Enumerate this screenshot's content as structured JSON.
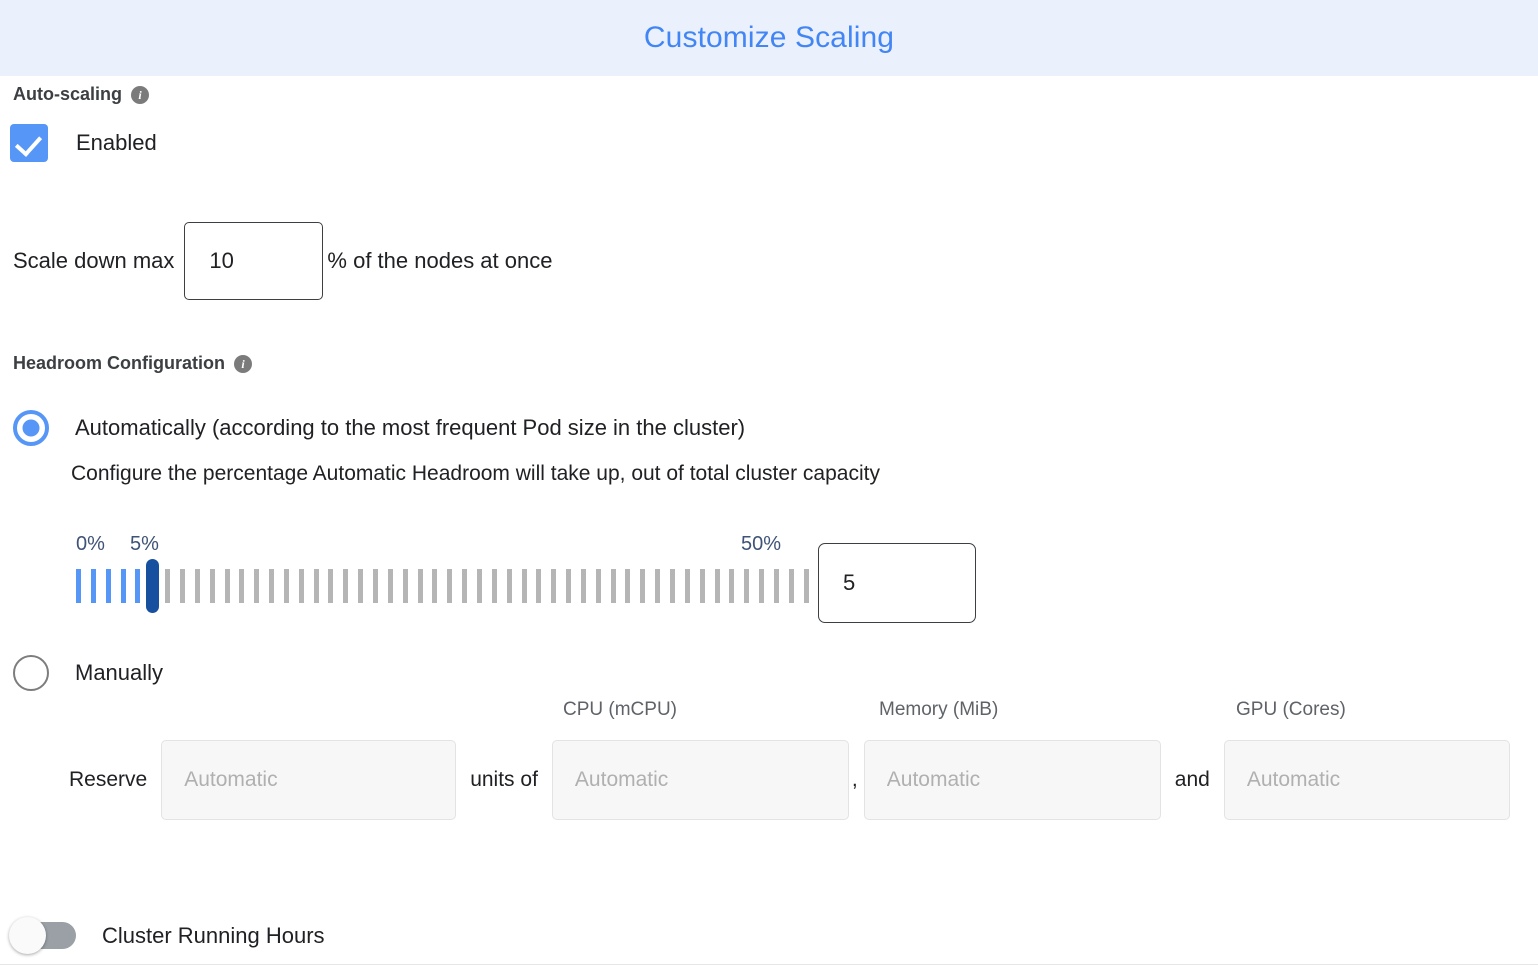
{
  "header": {
    "title": "Customize Scaling",
    "background_color": "#eaf1fd",
    "title_color": "#4285f4"
  },
  "autoscaling": {
    "heading": "Auto-scaling",
    "info_icon": "info-icon",
    "info_glyph": "i",
    "enabled_label": "Enabled",
    "enabled_checked": true,
    "checkbox_color": "#5596f6"
  },
  "scale_down": {
    "label": "Scale down max",
    "value": "10",
    "suffix": "% of the nodes at once"
  },
  "headroom": {
    "heading": "Headroom Configuration",
    "info_glyph": "i",
    "automatic": {
      "label": "Automatically (according to the most frequent Pod size in the cluster)",
      "selected": true,
      "description": "Configure the percentage Automatic Headroom will take up, out of total cluster capacity"
    },
    "manual": {
      "label": "Manually",
      "selected": false
    },
    "slider": {
      "min_label": "0%",
      "current_label": "5%",
      "max_label": "50%",
      "min": 0,
      "max": 50,
      "value": 5,
      "value_box": "5",
      "tick_count": 50,
      "filled_color": "#5596f6",
      "empty_color": "#b5b5b5",
      "handle_color": "#16509f"
    },
    "reserve": {
      "prefix": "Reserve",
      "units_label": "units of",
      "comma": ",",
      "and_label": "and",
      "units_placeholder": "Automatic",
      "fields": [
        {
          "label": "CPU (mCPU)",
          "placeholder": "Automatic",
          "value": ""
        },
        {
          "label": "Memory (MiB)",
          "placeholder": "Automatic",
          "value": ""
        },
        {
          "label": "GPU (Cores)",
          "placeholder": "Automatic",
          "value": ""
        }
      ]
    }
  },
  "cluster_running_hours": {
    "label": "Cluster Running Hours",
    "enabled": false,
    "track_color": "#9aa0a6"
  }
}
